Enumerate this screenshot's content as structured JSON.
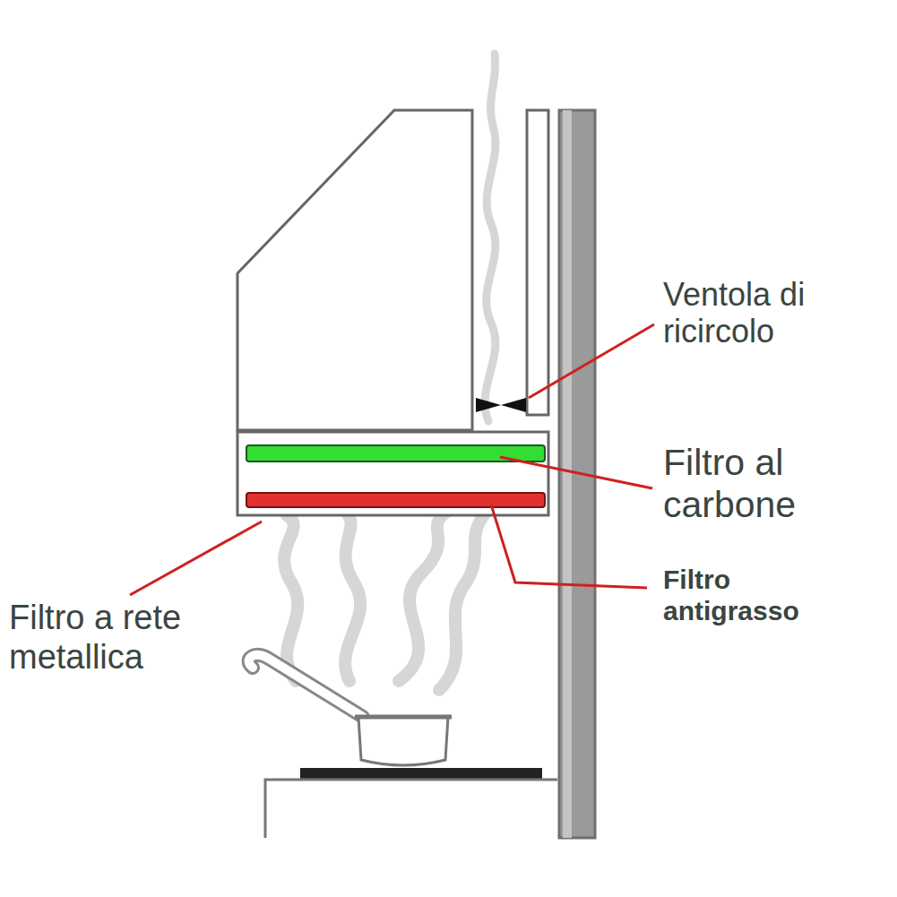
{
  "diagram": {
    "labels": [
      "Ventola di ricircolo",
      "Filtro al carbone",
      "Filtro antigrasso",
      "Filtro a rete metallica"
    ]
  }
}
